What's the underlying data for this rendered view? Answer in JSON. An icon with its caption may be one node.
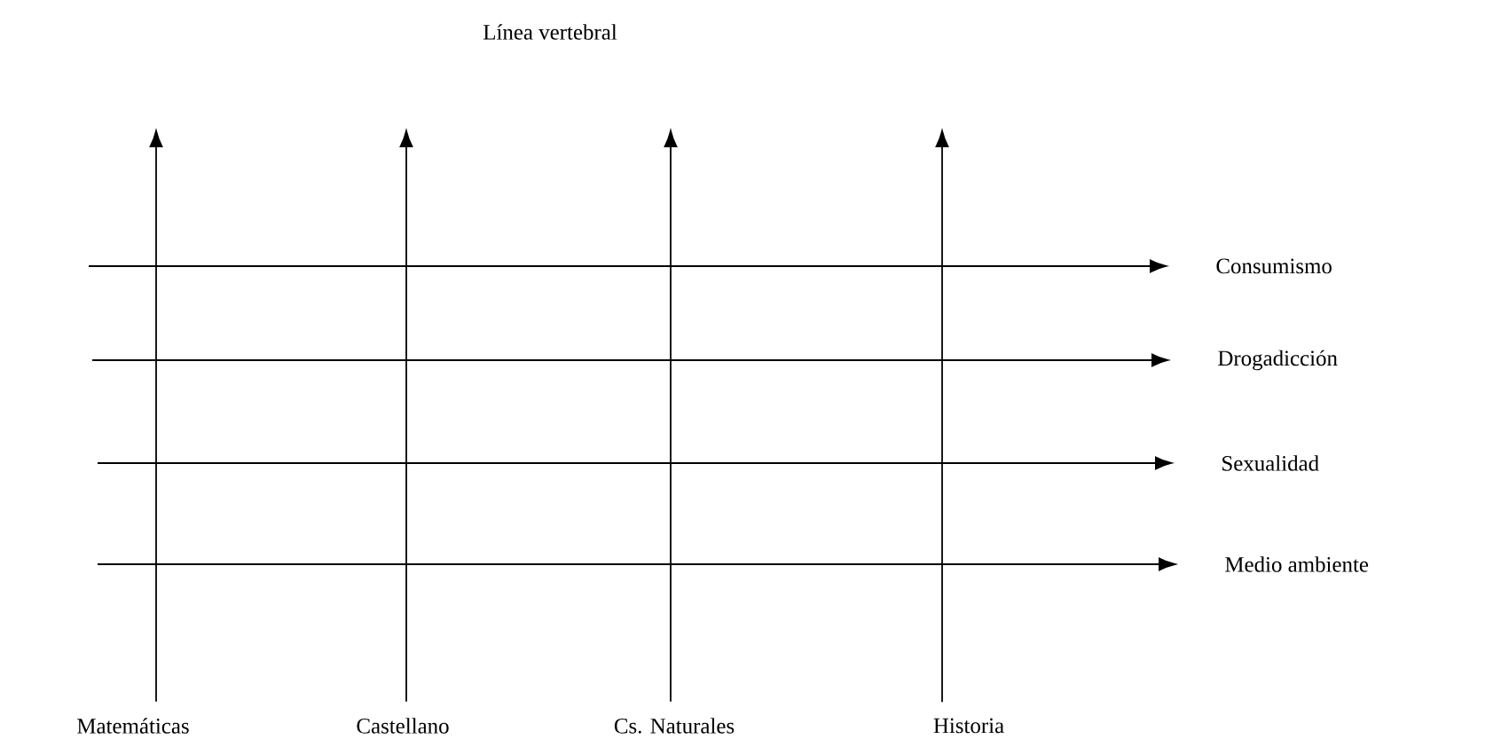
{
  "diagram": {
    "title": "Línea vertebral",
    "nodes": [
      {
        "text": [
          "Matemáticas"
        ]
      },
      {
        "text": [
          "Castellano"
        ]
      },
      {
        "text": [
          "Cs. Naturales"
        ]
      },
      {
        "text": [
          "Historia"
        ]
      },
      {
        "text": [
          "Consumismo"
        ]
      },
      {
        "text": [
          "Drogadicción"
        ]
      },
      {
        "text": [
          "Sexualidad"
        ]
      },
      {
        "text": [
          "Medio ambiente"
        ]
      }
    ],
    "edges": [
      {
        "from": 0,
        "to": null,
        "arrow": "to"
      },
      {
        "from": 1,
        "to": null,
        "arrow": "to"
      },
      {
        "from": 2,
        "to": null,
        "arrow": "to"
      },
      {
        "from": 3,
        "to": null,
        "arrow": "to"
      },
      {
        "from": null,
        "to": 4,
        "arrow": "to"
      },
      {
        "from": null,
        "to": 5,
        "arrow": "to"
      },
      {
        "from": null,
        "to": 6,
        "arrow": "to"
      },
      {
        "from": null,
        "to": 7,
        "arrow": "to"
      }
    ]
  }
}
